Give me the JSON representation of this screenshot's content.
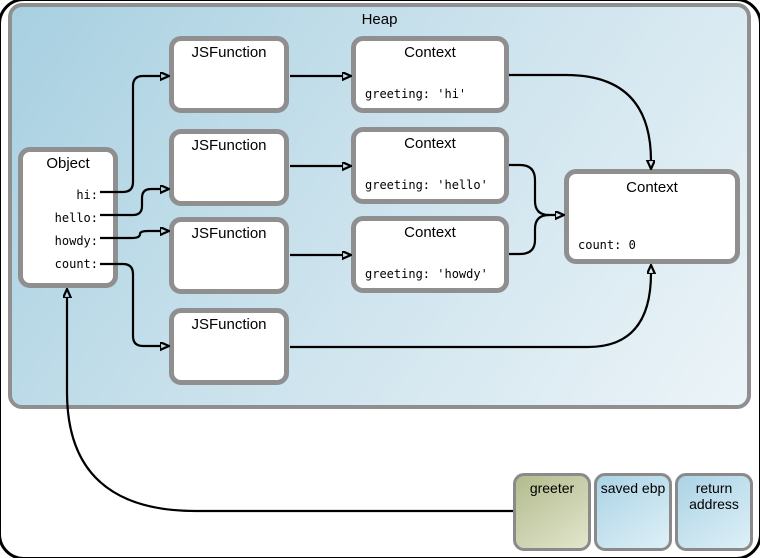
{
  "heap": {
    "label": "Heap"
  },
  "object_node": {
    "title": "Object",
    "fields": [
      "hi:",
      "hello:",
      "howdy:",
      "count:"
    ]
  },
  "jsfunction_nodes": [
    {
      "title": "JSFunction"
    },
    {
      "title": "JSFunction"
    },
    {
      "title": "JSFunction"
    },
    {
      "title": "JSFunction"
    }
  ],
  "context_nodes": [
    {
      "title": "Context",
      "body": "greeting: 'hi'"
    },
    {
      "title": "Context",
      "body": "greeting: 'hello'"
    },
    {
      "title": "Context",
      "body": "greeting: 'howdy'"
    }
  ],
  "global_context_node": {
    "title": "Context",
    "body": "count: 0"
  },
  "stack_frame": [
    {
      "label": "greeter"
    },
    {
      "label": "saved ebp"
    },
    {
      "label": "return address"
    }
  ],
  "colors": {
    "heap_gradient_start": "#a7d0e1",
    "heap_gradient_end": "#ecf4f8",
    "node_border": "#8f8f8f",
    "node_fill": "#ffffff",
    "arrow": "#000000",
    "greeter_fill_top": "#b2bb8e",
    "greeter_fill_bottom": "#e2e6cc",
    "stack_blue_top": "#abd3e5",
    "stack_blue_bottom": "#def0f7",
    "frame": "#000000"
  }
}
